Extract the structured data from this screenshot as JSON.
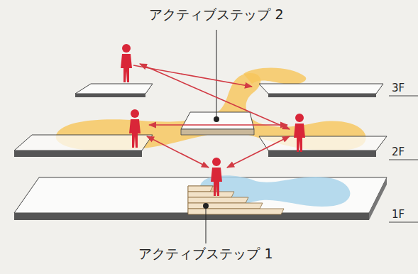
{
  "diagram": {
    "labels": [
      "アクティブステップ 2",
      "3F",
      "2F",
      "1F",
      "アクティブステップ 1"
    ]
  }
}
